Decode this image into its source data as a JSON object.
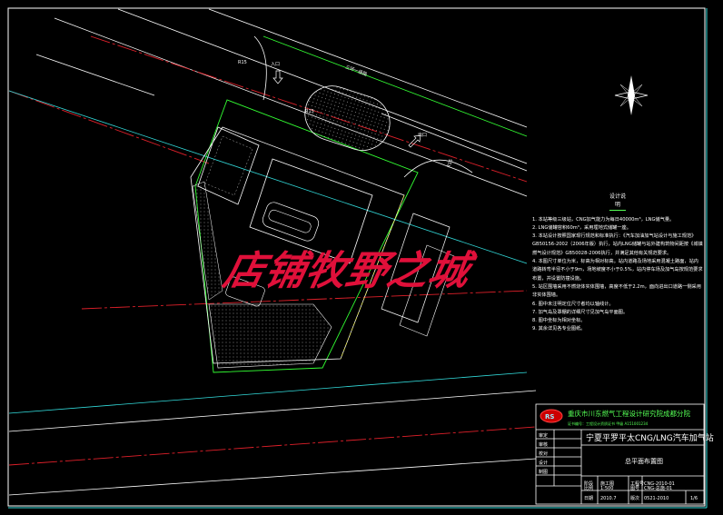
{
  "drawing": {
    "watermark": "店铺牧野之城",
    "north_arrow": "north-arrow-icon",
    "labels": {
      "road_name": "三环一级路",
      "entrance": "入口",
      "exit": "出口",
      "r15a": "R15",
      "r15b": "R15",
      "r15c": "R15"
    }
  },
  "notes": {
    "heading": "设计说明",
    "items": [
      "1. 本站等级三级站，CNG加气能力为每日40000m³，LNG储气量。",
      "2. LNG储罐容积60m³，采用埋地式储罐一座。",
      "3. 本站设计按照国家现行规范和标准执行：《汽车加油加气站设计与施工规范》GB50156-2002（2006年版）执行，站内LNG储罐与站外建构筑物间距按《城镇燃气设计规范》GB50028-2006执行，并满足其他有关规范要求。",
      "4. 本图尺寸单位为米，标高为相对标高。站内道路及场地采用混凝土路面，站内道路转弯半径不小于9m，场地坡度不小于0.5%，站内停车场及加气岛按规范要求布置，并设置防撞设施。",
      "5. 站区围墙采用不燃烧体实体围墙，高度不低于2.2m，面向进出口道路一侧采用非实体围墙。",
      "6. 图中未注明定位尺寸者均以轴线计。",
      "7. 加气岛及罩棚的详细尺寸见加气岛平面图。",
      "8. 图中坐标为相对坐标。",
      "9. 其余详见各专业图纸。"
    ]
  },
  "title_block": {
    "logo": "RS",
    "company": "重庆市川东燃气工程设计研究院成都分院",
    "company_sub": "证书编号：工程设计资质证书 甲级 A151001234",
    "project": "宁夏平罗平太CNG/LNG汽车加气站",
    "drawing_title": "总平面布置图",
    "left_labels": [
      "审定",
      "审核",
      "校对",
      "设计",
      "制图"
    ],
    "rows": [
      [
        "阶段",
        "施工图",
        "工程号",
        "CNG-2010-01"
      ],
      [
        "比例",
        "1:500",
        "图号",
        "CNG-总施-01"
      ],
      [
        "日期",
        "2010.7",
        "版次",
        "0521-2010",
        "1/6"
      ]
    ]
  },
  "colors": {
    "background": "#000000",
    "road": "#ffffff",
    "centerline": "#e0202a",
    "boundary": "#33ff33",
    "cyan": "#33dddd",
    "watermark": "#e0103a",
    "title_text": "#33ff33"
  }
}
